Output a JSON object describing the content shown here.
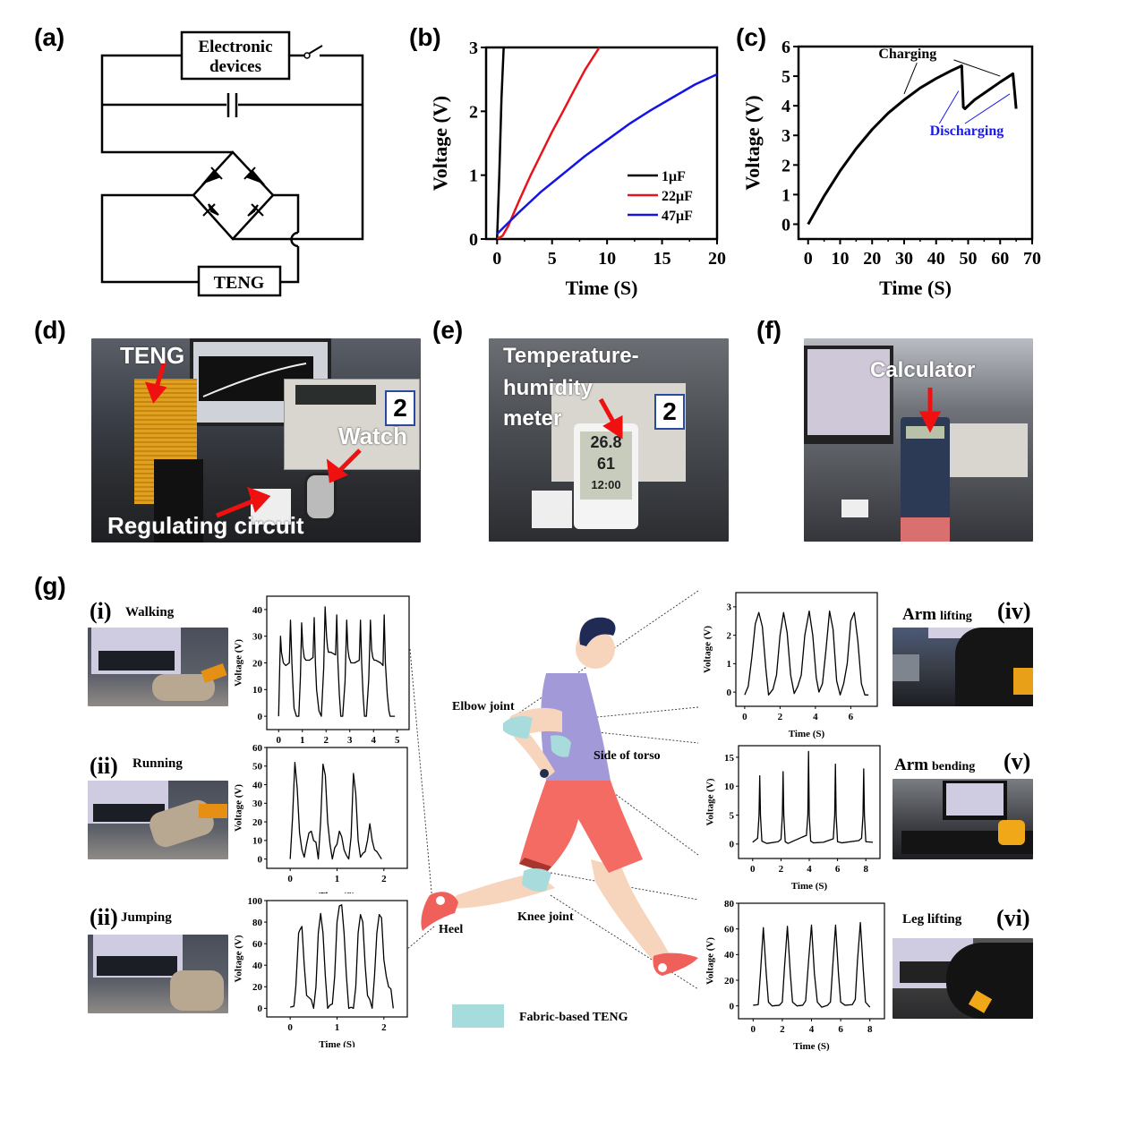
{
  "panels": {
    "a": {
      "label": "(a)",
      "device_box": "Electronic devices",
      "device_line1": "Electronic",
      "device_line2": "devices",
      "source_box": "TENG"
    },
    "b": {
      "label": "(b)"
    },
    "c": {
      "label": "(c)"
    },
    "d": {
      "label": "(d)",
      "annotations": [
        "TENG",
        "Watch",
        "Regulating circuit"
      ],
      "display_digit": "2"
    },
    "e": {
      "label": "(e)",
      "annotations_line1": "Temperature-",
      "annotations_line2": "humidity",
      "annotations_line3": "meter",
      "temp_reading": "26.8",
      "humidity_reading": "61",
      "time_reading": "12:00",
      "display_digit": "2"
    },
    "f": {
      "label": "(f)",
      "annotation": "Calculator"
    },
    "g": {
      "label": "(g)",
      "body_labels": {
        "elbow": "Elbow joint",
        "torso": "Side of torso",
        "knee": "Knee joint",
        "heel": "Heel"
      },
      "legend": {
        "label": "Fabric-based TENG",
        "color": "#a6dcdc"
      },
      "sub": [
        {
          "num": "(i)",
          "title": "Walking"
        },
        {
          "num": "(ii)",
          "title": "Running"
        },
        {
          "num": "(ii)",
          "title": "Jumping"
        },
        {
          "num": "(iv)",
          "title_big": "Arm",
          "title_small": "lifting"
        },
        {
          "num": "(v)",
          "title_big": "Arm",
          "title_small": "bending"
        },
        {
          "num": "(vi)",
          "title": "Leg lifting"
        }
      ]
    }
  },
  "chart_data": [
    {
      "id": "b",
      "type": "line",
      "title": "",
      "xlabel": "Time (S)",
      "ylabel": "Voltage (V)",
      "xlim": [
        -1,
        20
      ],
      "ylim": [
        0,
        3
      ],
      "xticks": [
        0,
        5,
        10,
        15,
        20
      ],
      "yticks": [
        0,
        1,
        2,
        3
      ],
      "legend_position": "bottom-right",
      "series": [
        {
          "name": "1μF",
          "color": "#000000",
          "x": [
            0,
            0.2,
            0.4,
            0.6
          ],
          "y": [
            0,
            1.0,
            2.2,
            3.0
          ]
        },
        {
          "name": "22μF",
          "color": "#e8141c",
          "x": [
            0,
            0.5,
            1,
            2,
            3,
            4,
            5,
            6,
            7,
            8,
            9.3
          ],
          "y": [
            0,
            0.05,
            0.2,
            0.6,
            0.98,
            1.33,
            1.68,
            2.0,
            2.33,
            2.65,
            3.0
          ]
        },
        {
          "name": "47μF",
          "color": "#1414e6",
          "x": [
            0,
            1,
            2,
            3,
            4,
            5,
            6,
            8,
            10,
            12,
            14,
            16,
            18,
            20
          ],
          "y": [
            0.08,
            0.25,
            0.42,
            0.58,
            0.74,
            0.88,
            1.02,
            1.3,
            1.55,
            1.8,
            2.02,
            2.22,
            2.42,
            2.58
          ]
        }
      ]
    },
    {
      "id": "c",
      "type": "line",
      "title": "",
      "xlabel": "Time (S)",
      "ylabel": "Voltage (V)",
      "xlim": [
        -3,
        70
      ],
      "ylim": [
        -0.5,
        6
      ],
      "xticks": [
        0,
        10,
        20,
        30,
        40,
        50,
        60,
        70
      ],
      "yticks": [
        0,
        1,
        2,
        3,
        4,
        5,
        6
      ],
      "annotations": [
        {
          "text": "Charging",
          "color": "#000000"
        },
        {
          "text": "Discharging",
          "color": "#1a1ae6"
        }
      ],
      "series": [
        {
          "name": "charge-discharge",
          "color": "#000000",
          "x": [
            0,
            5,
            10,
            15,
            20,
            25,
            30,
            35,
            40,
            45,
            48,
            48.5,
            49,
            52,
            56,
            60,
            64,
            64.5,
            65
          ],
          "y": [
            0,
            0.95,
            1.8,
            2.55,
            3.2,
            3.75,
            4.2,
            4.6,
            4.92,
            5.2,
            5.35,
            3.95,
            3.9,
            4.2,
            4.5,
            4.8,
            5.08,
            4.5,
            3.9
          ]
        }
      ]
    },
    {
      "id": "g-i",
      "type": "line",
      "title": "Walking",
      "xlabel": "Time (S)",
      "ylabel": "Voltage (V)",
      "xlim": [
        -0.5,
        5.5
      ],
      "ylim": [
        -5,
        45
      ],
      "xticks": [
        0,
        1,
        2,
        3,
        4,
        5
      ],
      "yticks": [
        0,
        10,
        20,
        30,
        40
      ],
      "series": [
        {
          "name": "walking",
          "color": "#000000",
          "x": [
            0,
            0.05,
            0.08,
            0.12,
            0.2,
            0.3,
            0.45,
            0.5,
            0.56,
            0.6,
            0.65,
            0.75,
            0.85,
            0.92,
            0.97,
            1.02,
            1.08,
            1.15,
            1.3,
            1.45,
            1.5,
            1.55,
            1.6,
            1.7,
            1.8,
            1.9,
            1.96,
            2.02,
            2.06,
            2.1,
            2.2,
            2.4,
            2.45,
            2.5,
            2.56,
            2.62,
            2.7,
            2.8,
            2.87,
            2.92,
            2.97,
            3.05,
            3.2,
            3.4,
            3.45,
            3.5,
            3.56,
            3.62,
            3.7,
            3.8,
            3.87,
            3.92,
            3.97,
            4.03,
            4.1,
            4.3,
            4.4,
            4.45,
            4.5,
            4.58,
            4.65,
            4.7,
            4.8,
            4.9
          ],
          "y": [
            0,
            20,
            30,
            24,
            20,
            19,
            20,
            36,
            20,
            12,
            3,
            0,
            0,
            15,
            35,
            26,
            22,
            21,
            21,
            22,
            37,
            20,
            10,
            2,
            0,
            18,
            41,
            30,
            26,
            24,
            24,
            23,
            38,
            20,
            8,
            0,
            0,
            13,
            36,
            25,
            22,
            20,
            20,
            21,
            36,
            20,
            8,
            0,
            0,
            14,
            36,
            25,
            22,
            21,
            21,
            20,
            19,
            38,
            20,
            8,
            2,
            0,
            0,
            0
          ]
        }
      ]
    },
    {
      "id": "g-ii",
      "type": "line",
      "title": "Running",
      "xlabel": "Time (S)",
      "ylabel": "Voltage (V)",
      "xlim": [
        -0.5,
        2.5
      ],
      "ylim": [
        -5,
        60
      ],
      "xticks": [
        0,
        1,
        2
      ],
      "yticks": [
        0,
        10,
        20,
        30,
        40,
        50,
        60
      ],
      "series": [
        {
          "name": "running",
          "color": "#000000",
          "x": [
            0,
            0.05,
            0.1,
            0.15,
            0.2,
            0.25,
            0.3,
            0.35,
            0.4,
            0.45,
            0.5,
            0.55,
            0.6,
            0.65,
            0.7,
            0.75,
            0.8,
            0.85,
            0.9,
            0.95,
            1.0,
            1.05,
            1.1,
            1.15,
            1.2,
            1.25,
            1.3,
            1.35,
            1.4,
            1.45,
            1.5,
            1.55,
            1.6,
            1.65,
            1.7,
            1.75,
            1.8,
            1.85,
            1.9,
            1.95
          ],
          "y": [
            0,
            22,
            52,
            38,
            14,
            5,
            1,
            8,
            14,
            15,
            10,
            9,
            0,
            20,
            51,
            45,
            20,
            8,
            0,
            6,
            8,
            15,
            12,
            5,
            2,
            0,
            12,
            46,
            35,
            10,
            1,
            3,
            4,
            10,
            19,
            10,
            5,
            4,
            2,
            0
          ]
        }
      ]
    },
    {
      "id": "g-iii",
      "type": "line",
      "title": "Jumping",
      "xlabel": "Time (S)",
      "ylabel": "Voltage (V)",
      "xlim": [
        -0.5,
        2.5
      ],
      "ylim": [
        -8,
        100
      ],
      "xticks": [
        0,
        1,
        2
      ],
      "yticks": [
        0,
        20,
        40,
        60,
        80,
        100
      ],
      "series": [
        {
          "name": "jumping",
          "color": "#000000",
          "x": [
            0,
            0.08,
            0.12,
            0.18,
            0.21,
            0.25,
            0.3,
            0.35,
            0.4,
            0.45,
            0.5,
            0.55,
            0.6,
            0.65,
            0.7,
            0.75,
            0.8,
            0.85,
            0.9,
            0.95,
            1.0,
            1.05,
            1.1,
            1.15,
            1.2,
            1.25,
            1.3,
            1.35,
            1.4,
            1.45,
            1.5,
            1.55,
            1.6,
            1.65,
            1.7,
            1.75,
            1.8,
            1.85,
            1.9,
            1.95,
            2.0,
            2.05,
            2.1,
            2.15,
            2.2
          ],
          "y": [
            1,
            2,
            20,
            70,
            73,
            76,
            40,
            12,
            10,
            8,
            0,
            20,
            70,
            88,
            70,
            30,
            0,
            3,
            4,
            30,
            80,
            95,
            96,
            70,
            30,
            0,
            1,
            0,
            20,
            70,
            87,
            80,
            40,
            12,
            8,
            0,
            30,
            70,
            87,
            84,
            45,
            30,
            20,
            18,
            0
          ]
        }
      ]
    },
    {
      "id": "g-iv",
      "type": "line",
      "title": "Arm lifting",
      "xlabel": "Time (S)",
      "ylabel": "Voltage (V)",
      "xlim": [
        -0.5,
        7.5
      ],
      "ylim": [
        -0.5,
        3.5
      ],
      "xticks": [
        0,
        2,
        4,
        6
      ],
      "yticks": [
        0,
        1,
        2,
        3
      ],
      "series": [
        {
          "name": "arm-lifting",
          "color": "#000000",
          "x": [
            0,
            0.2,
            0.4,
            0.6,
            0.8,
            1.0,
            1.2,
            1.35,
            1.6,
            1.8,
            2.0,
            2.2,
            2.4,
            2.6,
            2.8,
            3.0,
            3.2,
            3.4,
            3.65,
            3.85,
            4.05,
            4.2,
            4.4,
            4.6,
            4.8,
            5.0,
            5.2,
            5.4,
            5.6,
            5.8,
            6.0,
            6.2,
            6.4,
            6.6,
            6.8,
            7.0
          ],
          "y": [
            -0.1,
            0.2,
            1.2,
            2.4,
            2.8,
            2.3,
            0.8,
            -0.1,
            0.1,
            0.6,
            2.0,
            2.8,
            2.1,
            0.6,
            -0.05,
            0.2,
            0.6,
            2.0,
            2.85,
            2.0,
            0.5,
            0.0,
            0.3,
            1.5,
            2.85,
            2.2,
            0.4,
            -0.1,
            0.3,
            1.0,
            2.5,
            2.8,
            1.8,
            0.3,
            -0.1,
            -0.1
          ]
        }
      ]
    },
    {
      "id": "g-v",
      "type": "line",
      "title": "Arm bending",
      "xlabel": "Time (S)",
      "ylabel": "Voltage (V)",
      "xlim": [
        -1,
        9
      ],
      "ylim": [
        -2.5,
        17
      ],
      "xticks": [
        0,
        2,
        4,
        6,
        8
      ],
      "yticks": [
        0,
        5,
        10,
        15
      ],
      "series": [
        {
          "name": "arm-bending",
          "color": "#000000",
          "x": [
            0,
            0.35,
            0.45,
            0.5,
            0.55,
            0.65,
            1.0,
            1.8,
            2.0,
            2.1,
            2.15,
            2.2,
            2.3,
            2.5,
            3.5,
            3.8,
            3.9,
            3.95,
            4.0,
            4.1,
            4.3,
            5.0,
            5.7,
            5.8,
            5.85,
            5.9,
            6.0,
            6.3,
            7.5,
            7.7,
            7.8,
            7.85,
            7.9,
            8.0,
            8.5
          ],
          "y": [
            0.3,
            1,
            5,
            11.8,
            5,
            0.5,
            0.1,
            0.4,
            0.8,
            5,
            12.5,
            5,
            0.4,
            0.1,
            1.2,
            1.5,
            5,
            16,
            5,
            0.5,
            0.2,
            0.3,
            0.9,
            5,
            13.8,
            5,
            0.4,
            0.2,
            0.6,
            1,
            5,
            13,
            5,
            0.4,
            0.3
          ]
        }
      ]
    },
    {
      "id": "g-vi",
      "type": "line",
      "title": "Leg lifting",
      "xlabel": "Time (S)",
      "ylabel": "Voltage (V)",
      "xlim": [
        -1,
        9
      ],
      "ylim": [
        -10,
        80
      ],
      "xticks": [
        0,
        2,
        4,
        6,
        8
      ],
      "yticks": [
        0,
        20,
        40,
        60,
        80
      ],
      "series": [
        {
          "name": "leg-lifting",
          "color": "#000000",
          "x": [
            0,
            0.35,
            0.5,
            0.7,
            0.9,
            1.05,
            1.3,
            1.8,
            2.0,
            2.15,
            2.35,
            2.55,
            2.7,
            3.0,
            3.4,
            3.6,
            3.8,
            4.0,
            4.2,
            4.4,
            4.7,
            5.1,
            5.3,
            5.45,
            5.65,
            5.85,
            6.0,
            6.3,
            6.8,
            7.0,
            7.15,
            7.35,
            7.55,
            7.7,
            8.0
          ],
          "y": [
            0.5,
            1,
            25,
            61,
            25,
            3,
            0,
            0.5,
            3,
            30,
            62,
            25,
            3,
            0,
            0.5,
            4,
            35,
            63,
            25,
            3,
            -1,
            0.5,
            3,
            30,
            63,
            25,
            3,
            0.5,
            1,
            5,
            35,
            65,
            28,
            3,
            -1
          ]
        }
      ]
    }
  ]
}
